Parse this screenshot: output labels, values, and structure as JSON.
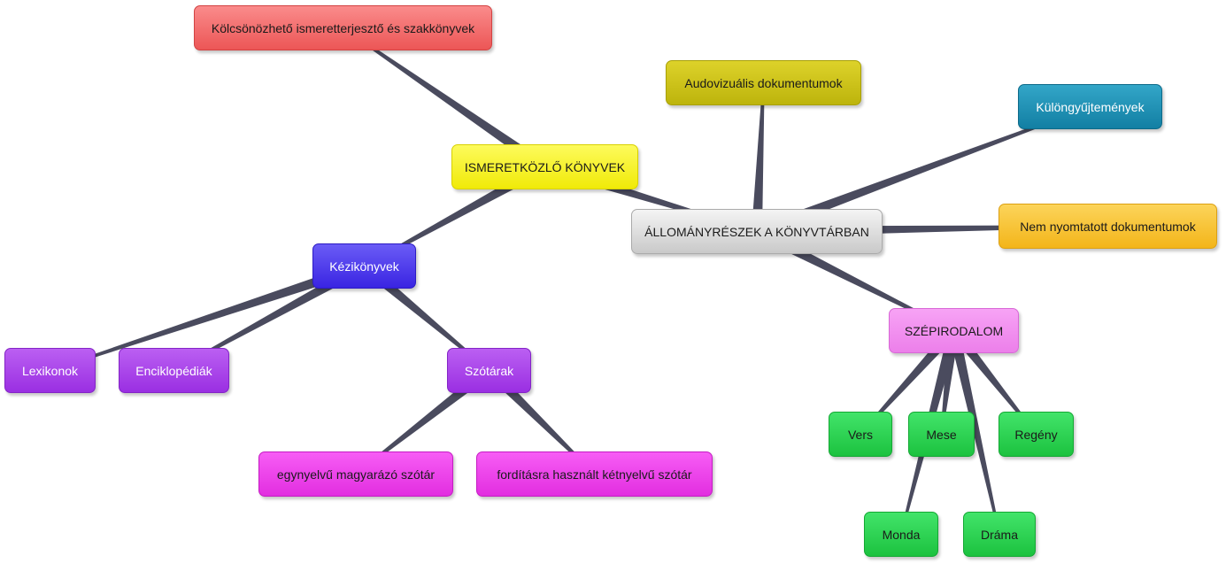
{
  "nodes": {
    "kolcsonozheto": {
      "label": "Kölcsönözhető ismeretterjesztő és szakkönyvek"
    },
    "audiovizualis": {
      "label": "Audovizuális dokumentumok"
    },
    "kulongyujtemenyek": {
      "label": "Különgyűjtemények"
    },
    "ismeretkozlo": {
      "label": "ISMERETKÖZLŐ KÖNYVEK"
    },
    "allomanyreszek": {
      "label": "ÁLLOMÁNYRÉSZEK A KÖNYVTÁRBAN"
    },
    "nem_nyomtatott": {
      "label": "Nem nyomtatott dokumentumok"
    },
    "kezikonyvek": {
      "label": "Kézikönyvek"
    },
    "szepirodalom": {
      "label": "SZÉPIRODALOM"
    },
    "lexikonok": {
      "label": "Lexikonok"
    },
    "enciklopediak": {
      "label": "Enciklopédiák"
    },
    "szotarak": {
      "label": "Szótárak"
    },
    "vers": {
      "label": "Vers"
    },
    "mese": {
      "label": "Mese"
    },
    "regeny": {
      "label": "Regény"
    },
    "egynyelvu": {
      "label": "egynyelvű magyarázó szótár"
    },
    "forditasra": {
      "label": "fordításra használt kétnyelvű szótár"
    },
    "monda": {
      "label": "Monda"
    },
    "drama": {
      "label": "Dráma"
    }
  },
  "edges": [
    [
      "ismeretkozlo",
      "kolcsonozheto"
    ],
    [
      "ismeretkozlo",
      "allomanyreszek"
    ],
    [
      "ismeretkozlo",
      "kezikonyvek"
    ],
    [
      "allomanyreszek",
      "audiovizualis"
    ],
    [
      "allomanyreszek",
      "kulongyujtemenyek"
    ],
    [
      "allomanyreszek",
      "nem_nyomtatott"
    ],
    [
      "allomanyreszek",
      "szepirodalom"
    ],
    [
      "kezikonyvek",
      "lexikonok"
    ],
    [
      "kezikonyvek",
      "enciklopediak"
    ],
    [
      "kezikonyvek",
      "szotarak"
    ],
    [
      "szotarak",
      "egynyelvu"
    ],
    [
      "szotarak",
      "forditasra"
    ],
    [
      "szepirodalom",
      "vers"
    ],
    [
      "szepirodalom",
      "mese"
    ],
    [
      "szepirodalom",
      "regeny"
    ],
    [
      "szepirodalom",
      "monda"
    ],
    [
      "szepirodalom",
      "drama"
    ]
  ],
  "colors": {
    "link": "#4a4b5e",
    "red": "#ec5656",
    "olive": "#c8be12",
    "teal": "#1a8db3",
    "yellow": "#f5ef10",
    "gray": "#d6d6d6",
    "orange": "#f6be25",
    "blue": "#4430ea",
    "purple": "#a63de7",
    "pink": "#f08ff0",
    "magenta": "#ea3de8",
    "green": "#22cc48"
  }
}
